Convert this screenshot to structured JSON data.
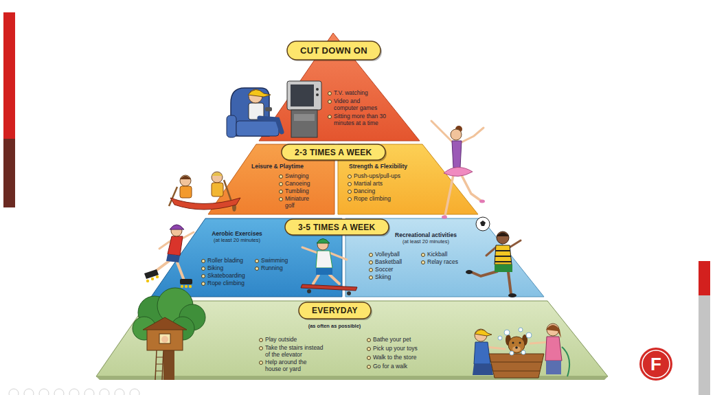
{
  "diagram": {
    "nodes": [
      {
        "text": [
          "CUT DOWN ON"
        ]
      },
      {
        "text": [
          "T.V. watching",
          "Video and computer games",
          "Sitting more than 30 minutes at a time"
        ]
      },
      {
        "text": [
          "2-3 TIMES A WEEK"
        ]
      },
      {
        "text": [
          "Leisure & Playtime",
          "Swinging",
          "Canoeing",
          "Tumbling",
          "Miniature golf"
        ]
      },
      {
        "text": [
          "Strength & Flexibility",
          "Push-ups/pull-ups",
          "Martial arts",
          "Dancing",
          "Rope climbing"
        ]
      },
      {
        "text": [
          "3-5 TIMES A WEEK"
        ]
      },
      {
        "text": [
          "Aerobic Exercises",
          "(at least 20 minutes)",
          "Roller blading",
          "Biking",
          "Skateboarding",
          "Rope climbing",
          "Swimming",
          "Running"
        ]
      },
      {
        "text": [
          "Recreational activities",
          "(at least 20 minutes)",
          "Volleyball",
          "Basketball",
          "Soccer",
          "Skiing",
          "Kickball",
          "Relay races"
        ]
      },
      {
        "text": [
          "EVERYDAY"
        ]
      },
      {
        "text": [
          "(as often as possible)",
          "Play outside",
          "Take the stairs instead of the elevator",
          "Help around the house or yard",
          "Bathe your pet",
          "Pick up your toys",
          "Walk to the store",
          "Go for a walk"
        ]
      }
    ],
    "labels": [
      "F"
    ]
  }
}
